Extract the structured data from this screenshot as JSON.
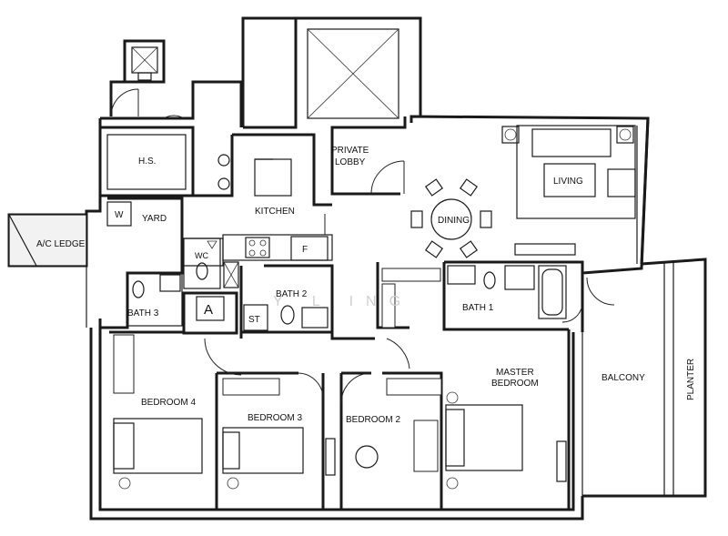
{
  "rooms": {
    "hs": "H.S.",
    "yard": "YARD",
    "washer": "W",
    "ac_ledge": "A/C LEDGE",
    "kitchen": "KITCHEN",
    "private_lobby_line1": "PRIVATE",
    "private_lobby_line2": "LOBBY",
    "living": "LIVING",
    "dining": "DINING",
    "fridge": "F",
    "wc": "WC",
    "bath1": "BATH 1",
    "bath2": "BATH 2",
    "bath3": "BATH 3",
    "store": "ST",
    "aircon": "A",
    "bedroom4": "BEDROOM 4",
    "bedroom3": "BEDROOM 3",
    "bedroom2": "BEDROOM 2",
    "master_line1": "MASTER",
    "master_line2": "BEDROOM",
    "balcony": "BALCONY",
    "planter": "PLANTER"
  },
  "watermark": "Y    L    ING"
}
